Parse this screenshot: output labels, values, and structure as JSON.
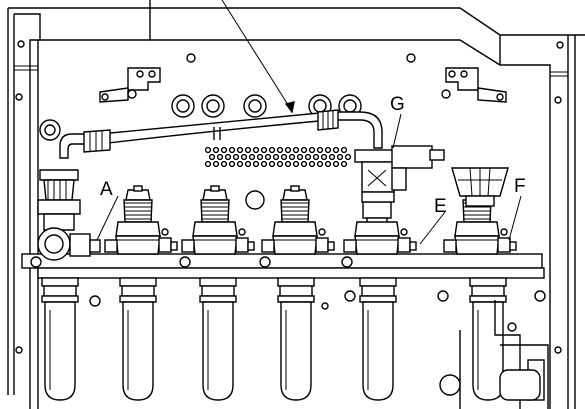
{
  "labels": {
    "a": "A",
    "e": "E",
    "f": "F",
    "g": "G"
  },
  "valve_count": 6,
  "outlet_pipe_count": 6
}
